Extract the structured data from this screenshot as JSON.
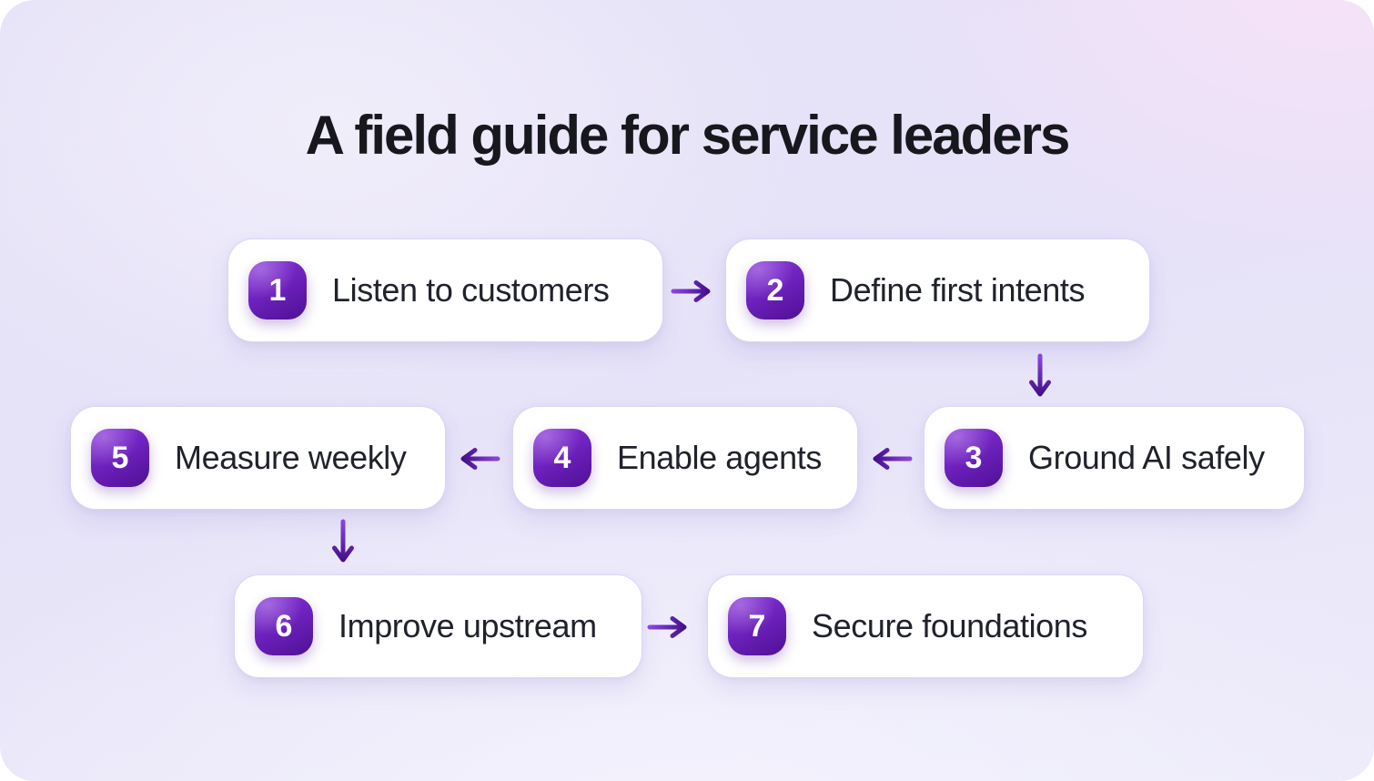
{
  "title": "A field guide for service leaders",
  "steps": [
    {
      "number": "1",
      "label": "Listen to customers"
    },
    {
      "number": "2",
      "label": "Define first intents"
    },
    {
      "number": "3",
      "label": "Ground AI safely"
    },
    {
      "number": "4",
      "label": "Enable agents"
    },
    {
      "number": "5",
      "label": "Measure weekly"
    },
    {
      "number": "6",
      "label": "Improve upstream"
    },
    {
      "number": "7",
      "label": "Secure foundations"
    }
  ],
  "flow": {
    "type": "snake-flowchart",
    "connections": [
      {
        "from": "1",
        "to": "2",
        "direction": "right"
      },
      {
        "from": "2",
        "to": "3",
        "direction": "down"
      },
      {
        "from": "3",
        "to": "4",
        "direction": "left"
      },
      {
        "from": "4",
        "to": "5",
        "direction": "left"
      },
      {
        "from": "5",
        "to": "6",
        "direction": "down"
      },
      {
        "from": "6",
        "to": "7",
        "direction": "right"
      }
    ]
  },
  "colors": {
    "badge_gradient_start": "#8a35dc",
    "badge_gradient_end": "#4f1094",
    "arrow_gradient_start": "#8a46e0",
    "arrow_gradient_end": "#45108a",
    "card_background": "#ffffff",
    "card_border": "#bbb4ec",
    "canvas_lavender": "#e6e2f8",
    "canvas_pink": "#f7e9fa",
    "title_color": "#17171e",
    "label_color": "#20222b"
  }
}
